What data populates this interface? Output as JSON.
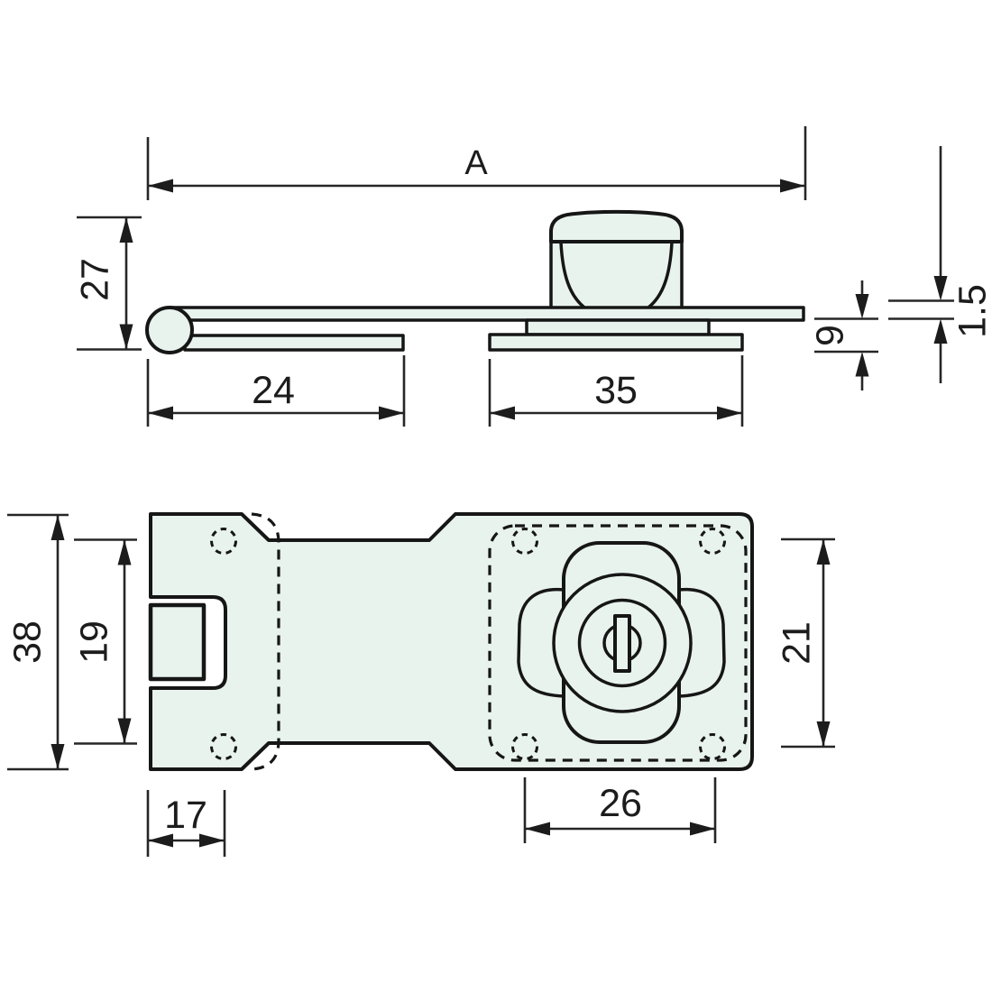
{
  "diagram": {
    "type": "technical-drawing",
    "subject": "Locking hasp with integral cylinder lock — dimensioned side elevation and plan view",
    "colors": {
      "part_fill": "#e8f3ee",
      "line": "#161616",
      "background": "#ffffff"
    },
    "side_view": {
      "dims": {
        "overall_length": "A",
        "overall_height": "27",
        "hinge_plate_length": "24",
        "lock_base_length": "35",
        "body_depth": "9",
        "strap_thickness": "1.5"
      }
    },
    "plan_view": {
      "dims": {
        "plate_width": "38",
        "strap_width": "19",
        "slot_length": "17",
        "hole_spacing_horizontal": "26",
        "hole_spacing_vertical": "21"
      }
    }
  }
}
